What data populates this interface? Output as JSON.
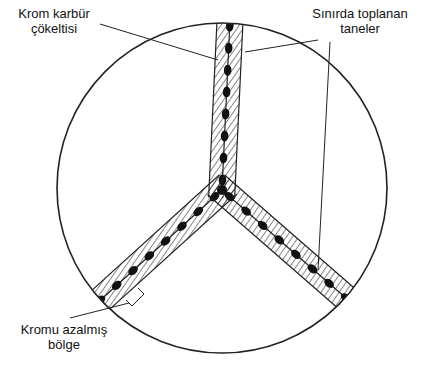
{
  "diagram": {
    "labels": [
      "Krom karbür çökeltisi",
      "Sınırda toplanan taneler",
      "Kromu azalmış bölge"
    ]
  }
}
